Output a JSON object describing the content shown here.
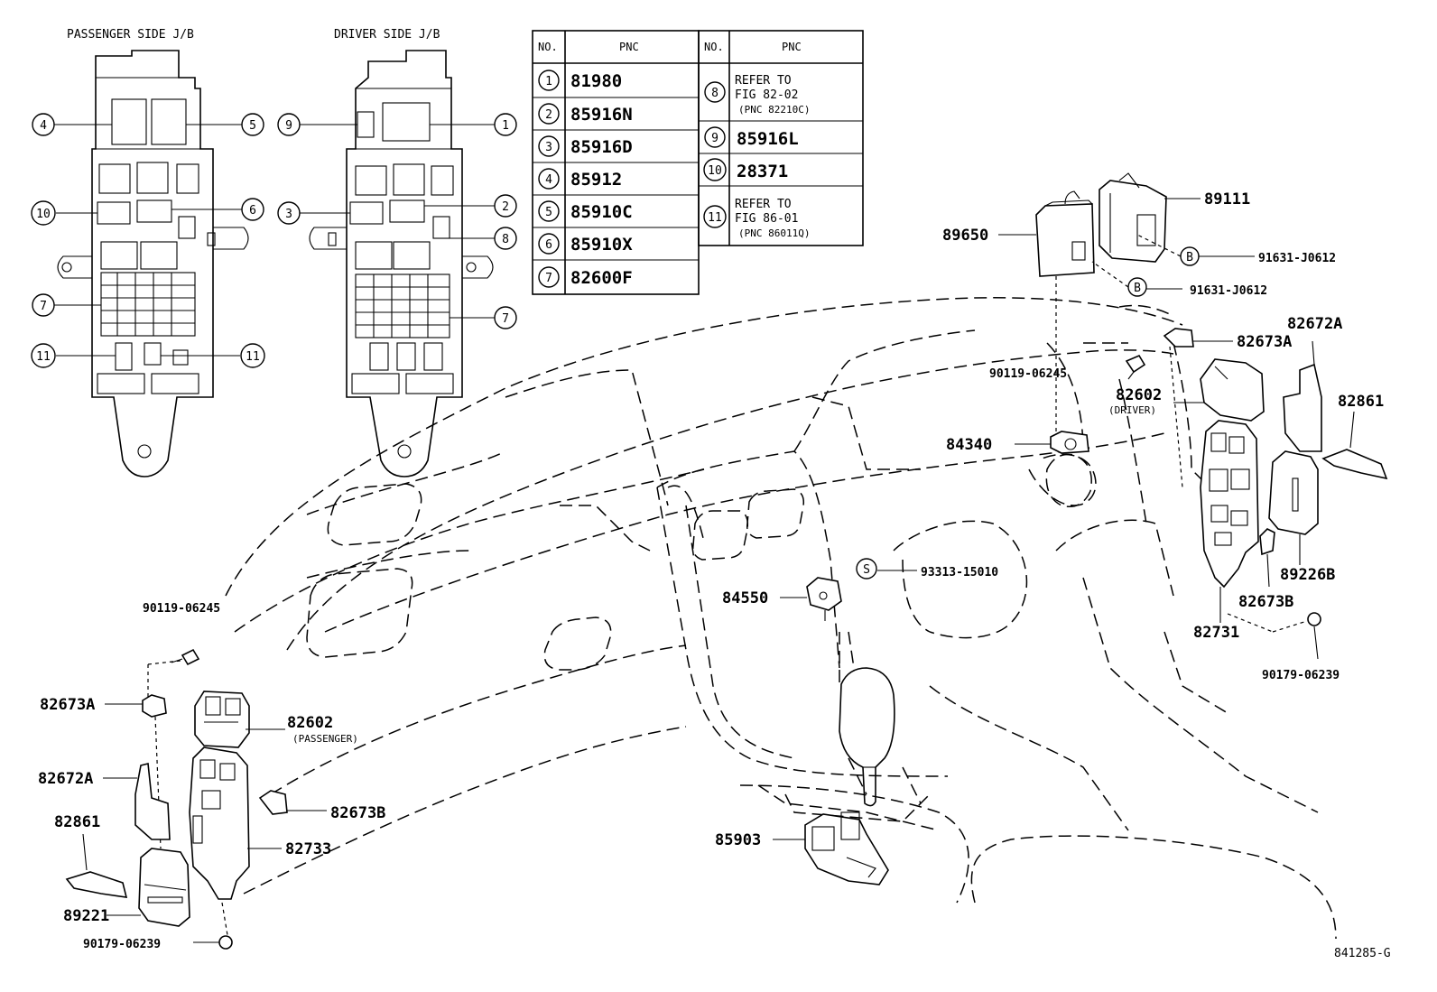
{
  "titles": {
    "passenger_jb": "PASSENGER SIDE J/B",
    "driver_jb": "DRIVER SIDE J/B"
  },
  "table": {
    "col_no": "NO.",
    "col_pnc": "PNC",
    "left_rows": [
      {
        "no": "1",
        "pnc": "81980"
      },
      {
        "no": "2",
        "pnc": "85916N"
      },
      {
        "no": "3",
        "pnc": "85916D"
      },
      {
        "no": "4",
        "pnc": "85912"
      },
      {
        "no": "5",
        "pnc": "85910C"
      },
      {
        "no": "6",
        "pnc": "85910X"
      },
      {
        "no": "7",
        "pnc": "82600F"
      }
    ],
    "right_rows": [
      {
        "no": "8",
        "line1": "REFER TO",
        "line2": "FIG 82-02",
        "line3": "(PNC 82210C)"
      },
      {
        "no": "9",
        "pnc": "85916L"
      },
      {
        "no": "10",
        "pnc": "28371"
      },
      {
        "no": "11",
        "line1": "REFER TO",
        "line2": "FIG 86-01",
        "line3": "(PNC 86011Q)"
      }
    ]
  },
  "jb_callouts": {
    "passenger": [
      "4",
      "5",
      "10",
      "6",
      "7",
      "11",
      "11"
    ],
    "driver": [
      "9",
      "1",
      "3",
      "2",
      "8",
      "7"
    ]
  },
  "parts": {
    "p89111": "89111",
    "p89650": "89650",
    "p91631_a": "91631-J0612",
    "p91631_b": "91631-J0612",
    "b_symbol": "B",
    "s_symbol": "S",
    "p82672A_r": "82672A",
    "p82673A_r": "82673A",
    "p90119_r": "90119-06245",
    "p82602_r": "82602",
    "p82602_r_note": "(DRIVER)",
    "p82861_r": "82861",
    "p84340": "84340",
    "p93313": "93313-15010",
    "p89226B": "89226B",
    "p84550": "84550",
    "p82673B_r": "82673B",
    "p82731": "82731",
    "p90179_r": "90179-06239",
    "p90119_l": "90119-06245",
    "p82673A_l": "82673A",
    "p82602_l": "82602",
    "p82602_l_note": "(PASSENGER)",
    "p82672A_l": "82672A",
    "p82673B_l": "82673B",
    "p82861_l": "82861",
    "p82733": "82733",
    "p89221": "89221",
    "p90179_l": "90179-06239",
    "p85903": "85903"
  },
  "footer": {
    "code": "841285-G"
  }
}
